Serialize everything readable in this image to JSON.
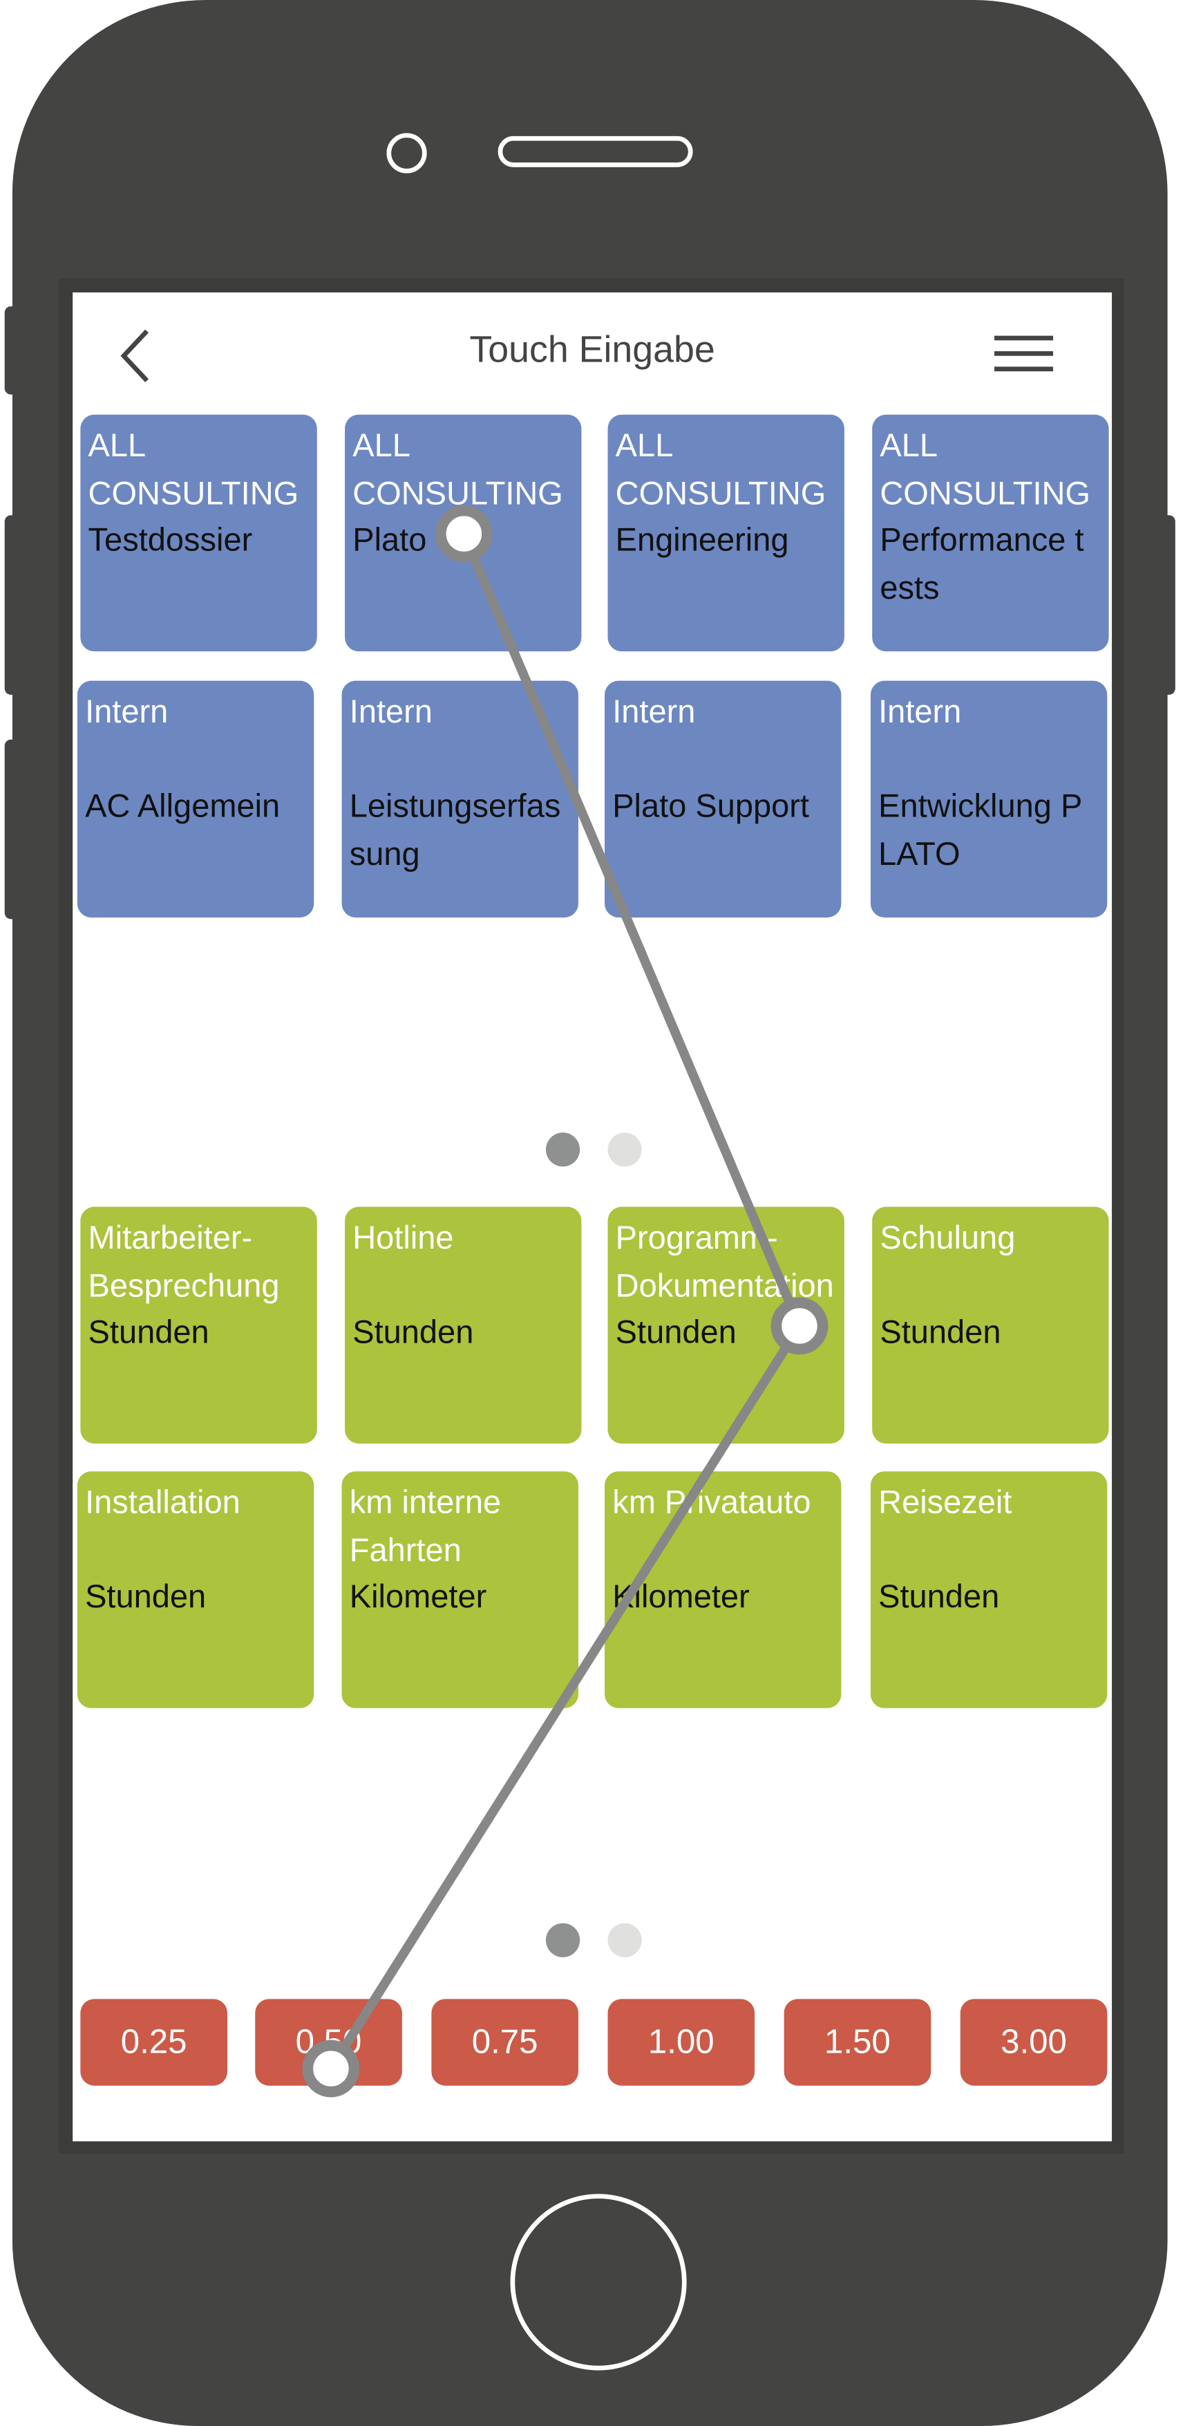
{
  "header": {
    "title": "Touch Eingabe",
    "back_icon": "chevron-left-icon",
    "menu_icon": "hamburger-icon"
  },
  "projects": [
    {
      "top": "ALL CONSULTING",
      "bottom": "Testdossier"
    },
    {
      "top": "ALL CONSULTING",
      "bottom": "Plato"
    },
    {
      "top": "ALL CONSULTING",
      "bottom": "Engineering"
    },
    {
      "top": "ALL CONSULTING",
      "bottom": "Performance tests"
    },
    {
      "top": "Intern",
      "bottom": "AC Allgemein"
    },
    {
      "top": "Intern",
      "bottom": "Leistungserfassung"
    },
    {
      "top": "Intern",
      "bottom": "Plato Support"
    },
    {
      "top": "Intern",
      "bottom": "Entwicklung PLATO"
    }
  ],
  "activities": [
    {
      "top": "Mitarbeiter-Besprechung",
      "bottom": "Stunden"
    },
    {
      "top": "Hotline",
      "bottom": "Stunden"
    },
    {
      "top": "Programm-Dokumentation",
      "bottom": "Stunden"
    },
    {
      "top": "Schulung",
      "bottom": "Stunden"
    },
    {
      "top": "Installation",
      "bottom": "Stunden"
    },
    {
      "top": "km interne Fahrten",
      "bottom": "Kilometer"
    },
    {
      "top": "km Privatauto",
      "bottom": "Kilometer"
    },
    {
      "top": "Reisezeit",
      "bottom": "Stunden"
    }
  ],
  "quantities": [
    "0.25",
    "0.50",
    "0.75",
    "1.00",
    "1.50",
    "3.00"
  ],
  "pagers": {
    "projects_active_page": 1,
    "activities_active_page": 1,
    "pages": 2
  },
  "colors": {
    "project": "#6d87c1",
    "activity": "#abc33d",
    "quantity": "#cb5a48",
    "phone": "#444442",
    "gesture": "#878787"
  }
}
